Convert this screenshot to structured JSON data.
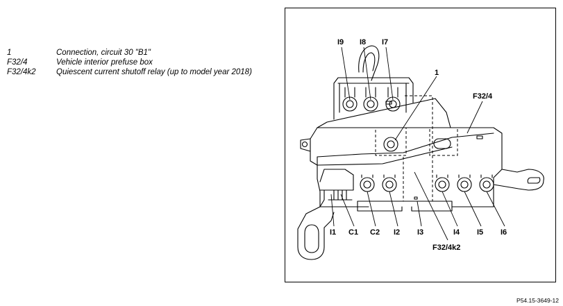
{
  "legend": [
    {
      "code": "1",
      "text": "Connection, circuit 30 \"B1\""
    },
    {
      "code": "F32/4",
      "text": "Vehicle interior prefuse box"
    },
    {
      "code": "F32/4k2",
      "text": "Quiescent current shutoff relay (up to model year 2018)"
    }
  ],
  "callouts": {
    "i9": "I9",
    "i8": "I8",
    "i7": "I7",
    "one": "1",
    "f32_4": "F32/4",
    "i1": "I1",
    "c1": "C1",
    "c2": "C2",
    "i2": "I2",
    "i3": "I3",
    "i4": "I4",
    "i5": "I5",
    "i6": "I6",
    "f32_4k2": "F32/4k2"
  },
  "figure_id": "P54.15-3649-12"
}
